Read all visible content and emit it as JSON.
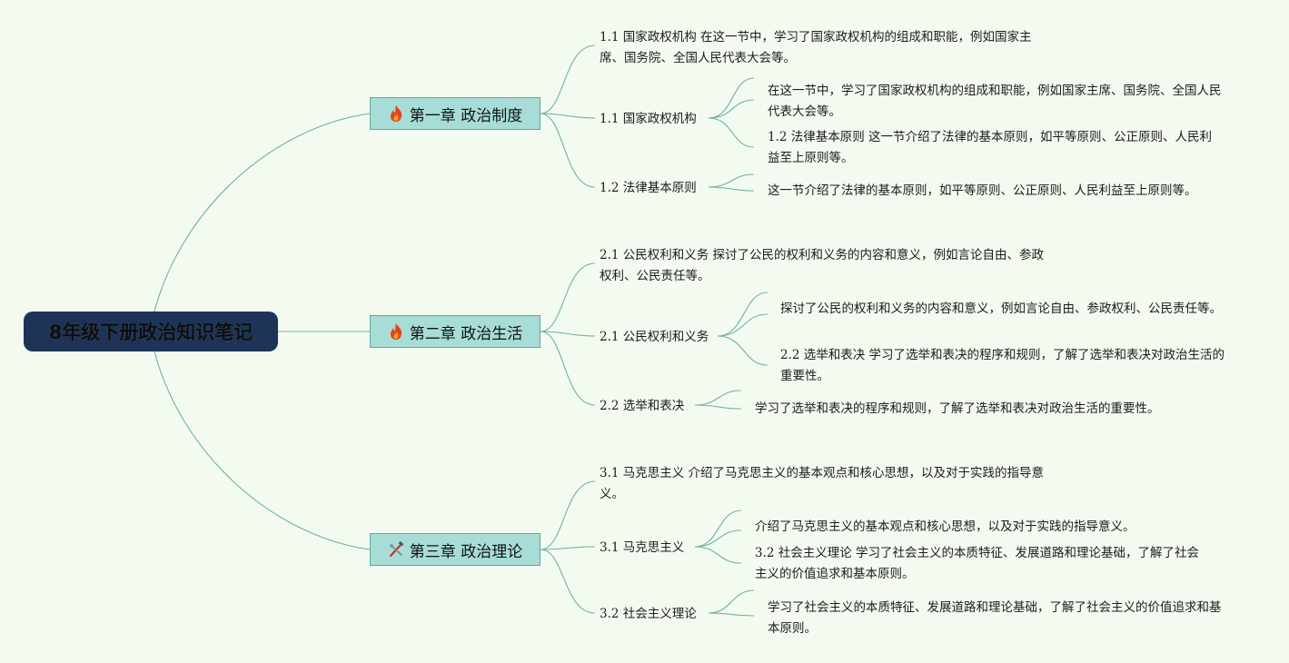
{
  "root": {
    "title": "8年级下册政治知识笔记"
  },
  "icons": {
    "fire": "fire-icon",
    "tools": "tools-icon"
  },
  "colors": {
    "background": "#f3fbf1",
    "root_fill": "#1d3458",
    "chapter_fill": "#a7ddd6",
    "chapter_border": "#5fa79c",
    "link": "#6fb09f"
  },
  "chapters": [
    {
      "title": "第一章 政治制度",
      "summary": "1.1 国家政权机构 在这一节中，学习了国家政权机构的组成和职能，例如国家主席、国务院、全国人民代表大会等。",
      "sections": [
        {
          "label": "1.1 国家政权机构",
          "notes": [
            "在这一节中，学习了国家政权机构的组成和职能，例如国家主席、国务院、全国人民代表大会等。",
            "1.2 法律基本原则 这一节介绍了法律的基本原则，如平等原则、公正原则、人民利益至上原则等。"
          ]
        },
        {
          "label": "1.2 法律基本原则",
          "notes": [
            "这一节介绍了法律的基本原则，如平等原则、公正原则、人民利益至上原则等。"
          ]
        }
      ]
    },
    {
      "title": "第二章 政治生活",
      "summary": "2.1 公民权利和义务 探讨了公民的权利和义务的内容和意义，例如言论自由、参政权利、公民责任等。",
      "sections": [
        {
          "label": "2.1 公民权利和义务",
          "notes": [
            "探讨了公民的权利和义务的内容和意义，例如言论自由、参政权利、公民责任等。",
            "2.2 选举和表决 学习了选举和表决的程序和规则，了解了选举和表决对政治生活的重要性。"
          ]
        },
        {
          "label": "2.2 选举和表决",
          "notes": [
            "学习了选举和表决的程序和规则，了解了选举和表决对政治生活的重要性。"
          ]
        }
      ]
    },
    {
      "title": "第三章 政治理论",
      "summary": "3.1 马克思主义 介绍了马克思主义的基本观点和核心思想，以及对于实践的指导意义。",
      "sections": [
        {
          "label": "3.1 马克思主义",
          "notes": [
            "介绍了马克思主义的基本观点和核心思想，以及对于实践的指导意义。",
            "3.2 社会主义理论 学习了社会主义的本质特征、发展道路和理论基础，了解了社会主义的价值追求和基本原则。"
          ]
        },
        {
          "label": "3.2 社会主义理论",
          "notes": [
            "学习了社会主义的本质特征、发展道路和理论基础，了解了社会主义的价值追求和基本原则。"
          ]
        }
      ]
    }
  ]
}
